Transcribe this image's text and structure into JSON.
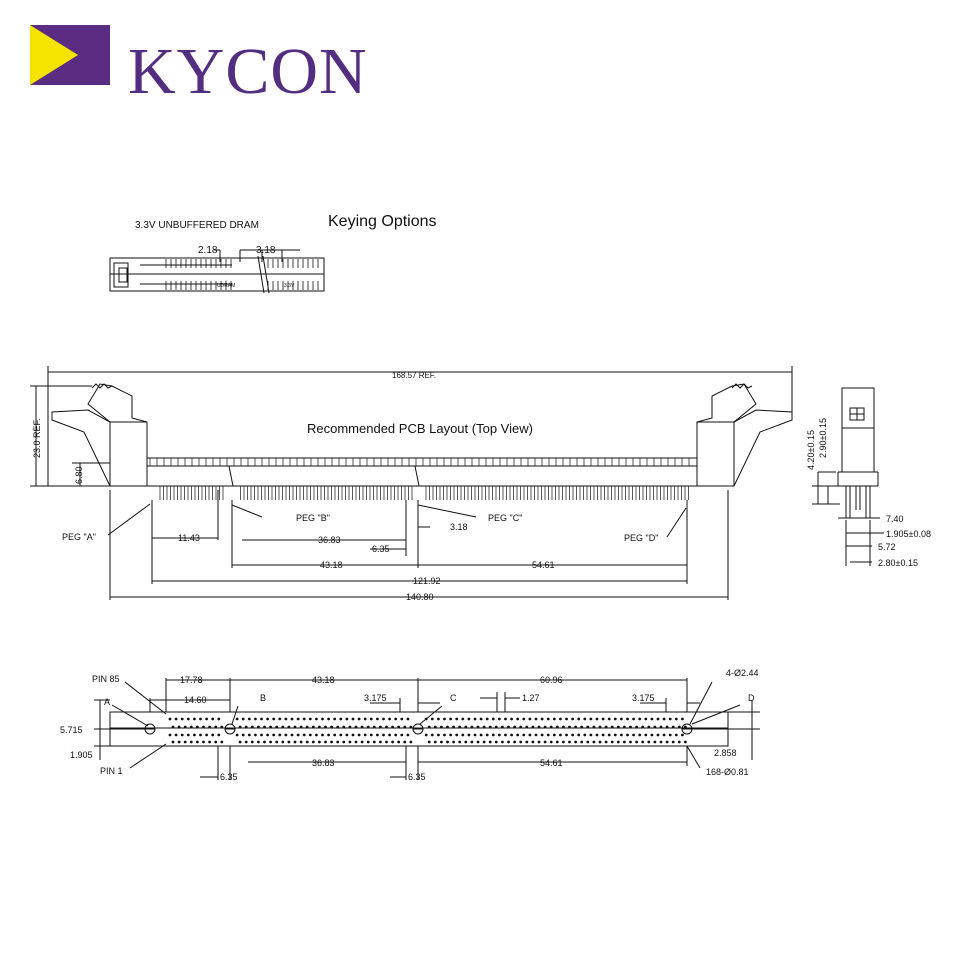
{
  "logo": {
    "brand": "KYCON",
    "brand_color": "#522d80",
    "mark_colors": [
      "#5a2d82",
      "#f5e400"
    ]
  },
  "keying": {
    "title": "Keying Options",
    "subtitle": "3.3V UNBUFFERED DRAM",
    "dims": [
      "2.18",
      "3.18"
    ],
    "labels": [
      "UDRAM",
      "3.3V"
    ]
  },
  "front_view": {
    "title": "Recommended PCB Layout (Top View)",
    "overall": "168.57 REF.",
    "height": "23.0 REF.",
    "h_small": "6.80",
    "pegs": [
      "PEG \"A\"",
      "PEG \"B\"",
      "PEG \"C\"",
      "PEG \"D\""
    ],
    "dims": [
      "11.43",
      "36.83",
      "3.18",
      "6.35",
      "43.18",
      "54.61",
      "121.92",
      "140.80"
    ]
  },
  "side_view": {
    "dims": [
      "4.20±0.15",
      "2.90±0.15",
      "7.40",
      "1.905±0.08",
      "5.72",
      "2.80±0.15"
    ]
  },
  "pcb_layout": {
    "pins": [
      "PIN 85",
      "PIN 1"
    ],
    "holes": [
      "A",
      "B",
      "C",
      "D"
    ],
    "top_dims": [
      "17.78",
      "43.18",
      "60.96",
      "14.60",
      "3.175",
      "1.27",
      "3.175"
    ],
    "left_dims": [
      "5.715",
      "1.905"
    ],
    "right_dims": [
      "4-Ø2.44",
      "2.858",
      "168-Ø0.81"
    ],
    "bottom_dims": [
      "6.35",
      "36.83",
      "6.35",
      "54.61"
    ]
  }
}
